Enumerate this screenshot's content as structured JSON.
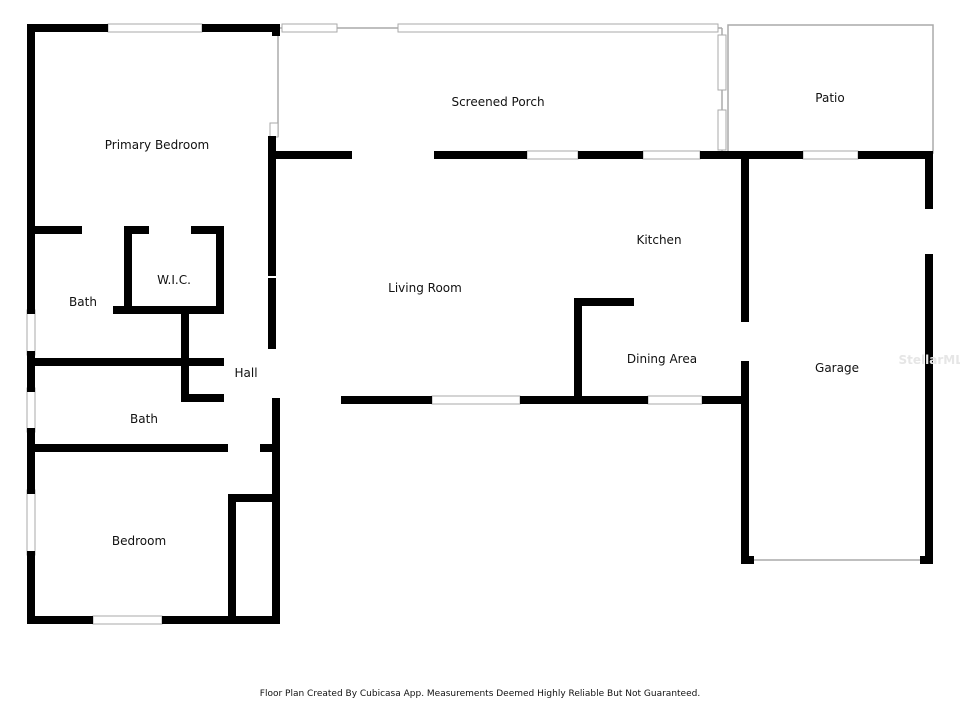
{
  "rooms": {
    "screened_porch": "Screened Porch",
    "patio": "Patio",
    "primary_bedroom": "Primary Bedroom",
    "kitchen": "Kitchen",
    "living_room": "Living Room",
    "wic": "W.I.C.",
    "bath1": "Bath",
    "dining_area": "Dining Area",
    "garage": "Garage",
    "hall": "Hall",
    "bath2": "Bath",
    "bedroom": "Bedroom"
  },
  "footer": "Floor Plan Created By Cubicasa App. Measurements Deemed Highly Reliable But Not Guaranteed.",
  "watermark": "StellarMLS",
  "colors": {
    "wall": "#000000",
    "thin_wall": "#aaaaaa",
    "window": "#bbbbbb"
  }
}
